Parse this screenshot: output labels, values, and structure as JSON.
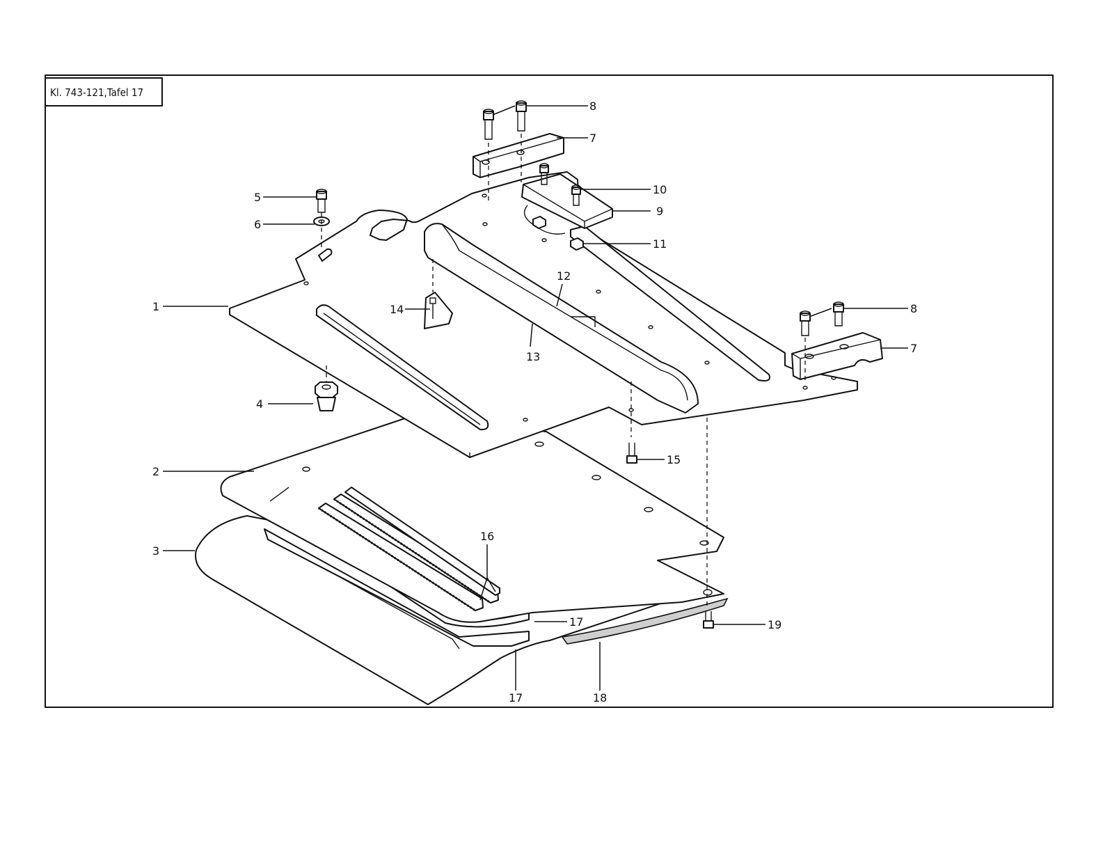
{
  "title": "Kl. 743-121,Tafel 17",
  "labels": {
    "p1": "1",
    "p2": "2",
    "p3": "3",
    "p4": "4",
    "p5": "5",
    "p6": "6",
    "p7a": "7",
    "p7b": "7",
    "p8a": "8",
    "p8b": "8",
    "p9": "9",
    "p10": "10",
    "p11": "11",
    "p12": "12",
    "p13": "13",
    "p14": "14",
    "p15": "15",
    "p16": "16",
    "p17a": "17",
    "p17b": "17",
    "p18": "18",
    "p19": "19"
  },
  "colors": {
    "line": "#111111",
    "background": "#ffffff"
  }
}
